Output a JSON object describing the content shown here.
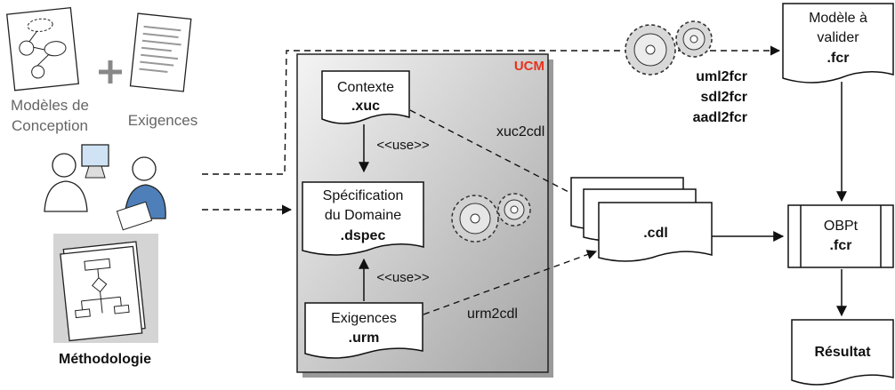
{
  "inputs": {
    "design_models": [
      "Modèles de",
      "Conception"
    ],
    "requirements": "Exigences",
    "methodology": "Méthodologie"
  },
  "ucm": {
    "title": "UCM",
    "context": {
      "line1": "Contexte",
      "ext": ".xuc"
    },
    "domain": {
      "line1": "Spécification",
      "line2": "du Domaine",
      "ext": ".dspec"
    },
    "requirements": {
      "line1": "Exigences",
      "ext": ".urm"
    },
    "use1": "<<use>>",
    "use2": "<<use>>"
  },
  "transforms": {
    "xuc2cdl": "xuc2cdl",
    "urm2cdl": "urm2cdl",
    "model_transforms": [
      "uml2fcr",
      "sdl2fcr",
      "aadl2fcr"
    ]
  },
  "cdl": {
    "label": ".cdl"
  },
  "model_to_validate": {
    "line1": "Modèle à",
    "line2": "valider",
    "ext": ".fcr"
  },
  "obpt": {
    "line1": "OBPt",
    "ext": ".fcr"
  },
  "result": {
    "label": "Résultat"
  },
  "colors": {
    "ucm_title": "#e8321e",
    "ucm_fill_light": "#f2f2f2",
    "ucm_fill_dark": "#a9a9a9"
  }
}
